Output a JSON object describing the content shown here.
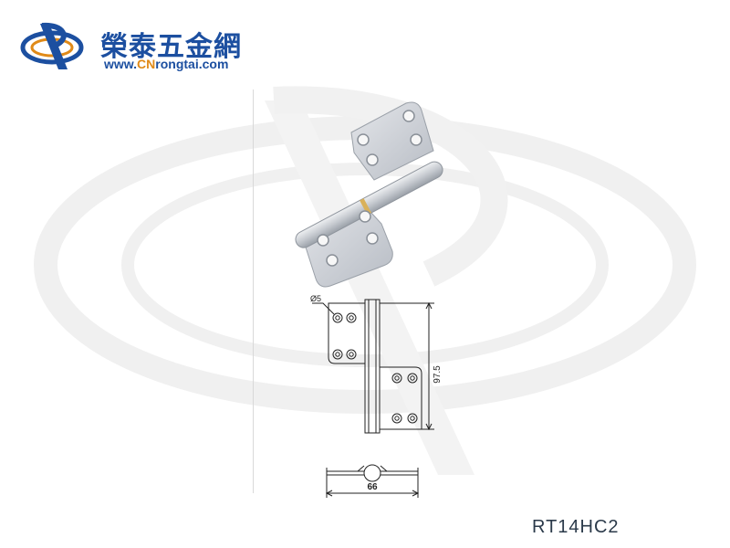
{
  "brand": {
    "name_cn": "榮泰五金網",
    "url_prefix": "www.",
    "url_highlight": "CN",
    "url_suffix": "rongtai.com",
    "primary_color": "#1c4fa0",
    "accent_color": "#e08a18"
  },
  "drawing": {
    "hole_note": "8-Ø5",
    "height_dim": "97.5",
    "width_dim": "66"
  },
  "product": {
    "model": "RT14HC2"
  }
}
